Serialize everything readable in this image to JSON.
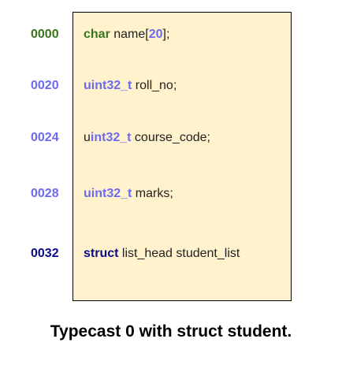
{
  "colors": {
    "box_fill": "#fff2cc",
    "box_border": "#000000",
    "offset_green": "#38761d",
    "offset_blue": "#6d6af0",
    "offset_navy": "#0a0a8c",
    "text_default": "#222222"
  },
  "rows": [
    {
      "offset": "0000",
      "offset_color": "#38761d",
      "parts": [
        {
          "text": "char",
          "bold": true,
          "color": "#38761d"
        },
        {
          "text": " name[",
          "bold": false,
          "color": "#222222"
        },
        {
          "text": "20",
          "bold": true,
          "color": "#6d6af0"
        },
        {
          "text": "];",
          "bold": false,
          "color": "#222222"
        }
      ]
    },
    {
      "offset": "0020",
      "offset_color": "#6d6af0",
      "parts": [
        {
          "text": "uint32_t",
          "bold": true,
          "color": "#6d6af0"
        },
        {
          "text": " roll_no;",
          "bold": false,
          "color": "#222222"
        }
      ]
    },
    {
      "offset": "0024",
      "offset_color": "#6d6af0",
      "parts": [
        {
          "text": "u",
          "bold": false,
          "color": "#222222"
        },
        {
          "text": "int32_t",
          "bold": true,
          "color": "#6d6af0"
        },
        {
          "text": " course_code;",
          "bold": false,
          "color": "#222222"
        }
      ]
    },
    {
      "offset": "0028",
      "offset_color": "#6d6af0",
      "parts": [
        {
          "text": "uint32_t",
          "bold": true,
          "color": "#6d6af0"
        },
        {
          "text": " marks;",
          "bold": false,
          "color": "#222222"
        }
      ]
    },
    {
      "offset": "0032",
      "offset_color": "#0a0a8c",
      "parts": [
        {
          "text": "struct",
          "bold": true,
          "color": "#0a0a8c"
        },
        {
          "text": " list_head student_list",
          "bold": false,
          "color": "#222222"
        }
      ]
    }
  ],
  "caption": "Typecast 0 with struct student."
}
